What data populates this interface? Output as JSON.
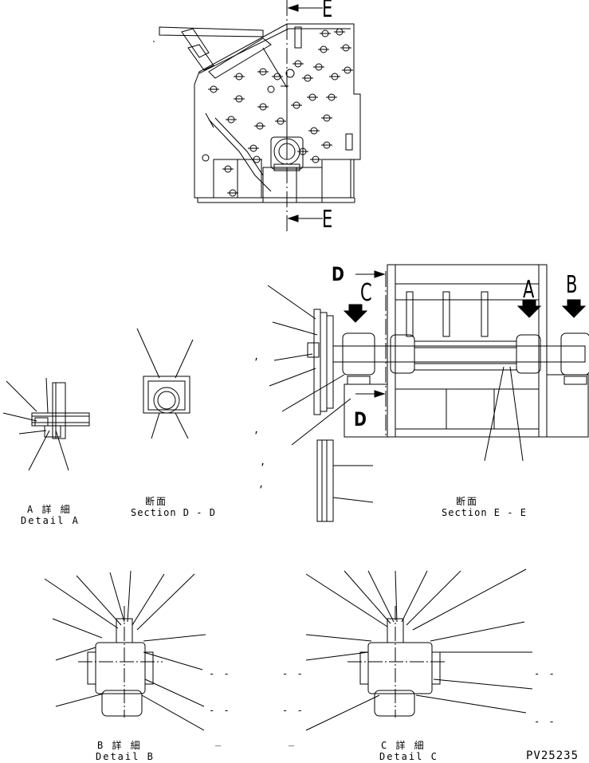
{
  "section_marks": {
    "e_top": "E",
    "e_bottom": "E",
    "d_top": "D",
    "d_bottom": "D"
  },
  "detail_markers": {
    "a": "A",
    "b": "B",
    "c": "C"
  },
  "captions": {
    "detail_a_jp": "A 詳 細",
    "detail_a_en": "Detail A",
    "section_dd_jp": "断面",
    "section_dd_en": "Section D - D",
    "section_ee_jp": "断面",
    "section_ee_en": "Section E - E",
    "detail_b_jp": "B 詳 細",
    "detail_b_en": "Detail B",
    "detail_c_jp": "C 詳 細",
    "detail_c_en": "Detail C"
  },
  "drawing_number": "PV25235",
  "stray_marks": {
    "comma": ",",
    "dash_pair": "- -",
    "underscore": "_"
  }
}
